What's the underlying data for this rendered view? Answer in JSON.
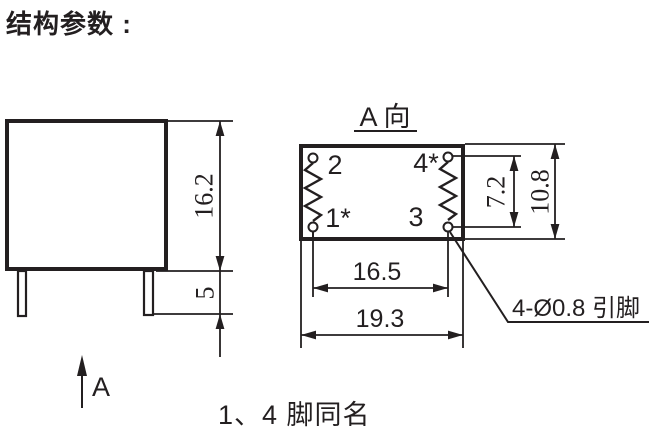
{
  "title": "结构参数 :",
  "colors": {
    "ink": "#231f20",
    "background": "#ffffff"
  },
  "side_view": {
    "dim_body_height": "16.2",
    "dim_pin_length": "5",
    "view_direction_label": "A"
  },
  "top_view": {
    "title": "A 向",
    "pin_labels": {
      "top_left": "2",
      "top_right": "4*",
      "bottom_left": "1*",
      "bottom_right": "3"
    },
    "dim_pin_pitch_vertical": "7.2",
    "dim_body_depth": "10.8",
    "dim_pin_pitch_horizontal": "16.5",
    "dim_body_width": "19.3",
    "pin_callout": "4-Ø0.8 引脚"
  },
  "footnote": "1、4 脚同名"
}
